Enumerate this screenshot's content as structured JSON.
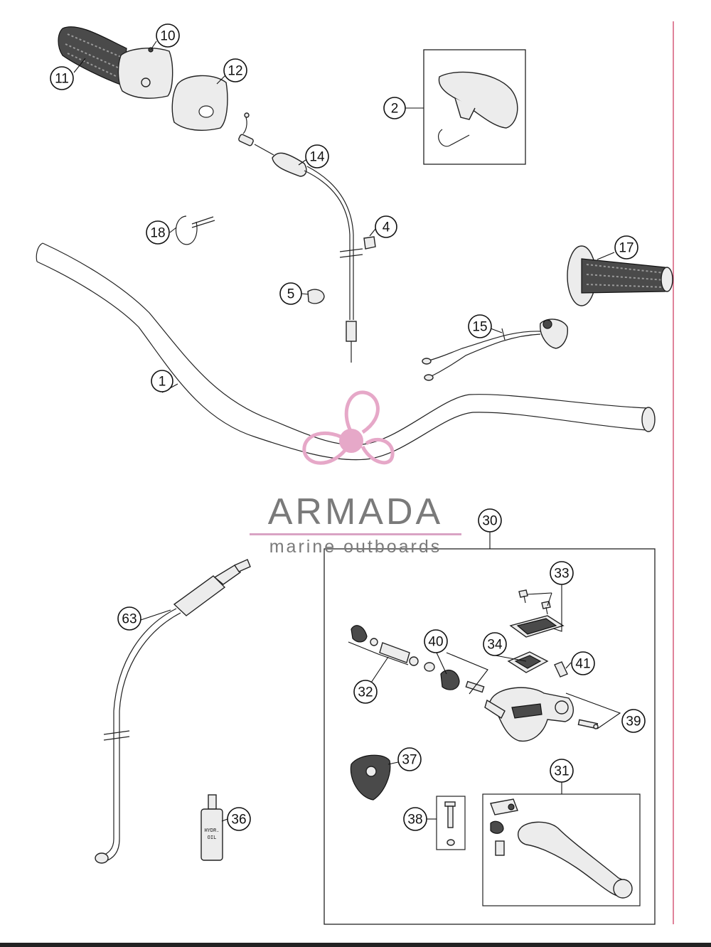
{
  "brand": {
    "name": "ARMADA",
    "tagline": "marine outboards",
    "logo_color": "#e6a8c8"
  },
  "callouts": {
    "c1": "1",
    "c2": "2",
    "c4": "4",
    "c5": "5",
    "c10": "10",
    "c11": "11",
    "c12": "12",
    "c14": "14",
    "c15": "15",
    "c17": "17",
    "c18": "18",
    "c30": "30",
    "c31": "31",
    "c32": "32",
    "c33": "33",
    "c34": "34",
    "c36": "36",
    "c37": "37",
    "c38": "38",
    "c39": "39",
    "c40": "40",
    "c41": "41",
    "c63": "63"
  },
  "bottle_label": [
    "HYDR.",
    "OIL"
  ],
  "colors": {
    "margin_line": "#d65a7a",
    "line": "#222222"
  }
}
